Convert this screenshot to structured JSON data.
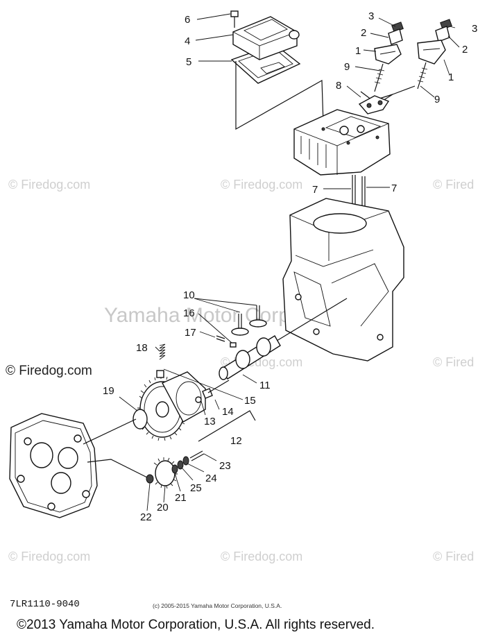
{
  "watermarks": {
    "site": "© Firedog.com",
    "site_partial": "© Fired",
    "center": "Yamaha Motor Corp. U.S.A."
  },
  "parts": [
    "1",
    "2",
    "3",
    "4",
    "5",
    "6",
    "7",
    "8",
    "9",
    "10",
    "11",
    "12",
    "13",
    "14",
    "15",
    "16",
    "17",
    "18",
    "19",
    "20",
    "21",
    "22",
    "23",
    "24",
    "25"
  ],
  "diagram_code": "7LR1110-9040",
  "small_copyright": "(c) 2005-2015 Yamaha Motor Corporation, U.S.A.",
  "footer_copyright": "©2013 Yamaha Motor Corporation, U.S.A. All rights reserved."
}
